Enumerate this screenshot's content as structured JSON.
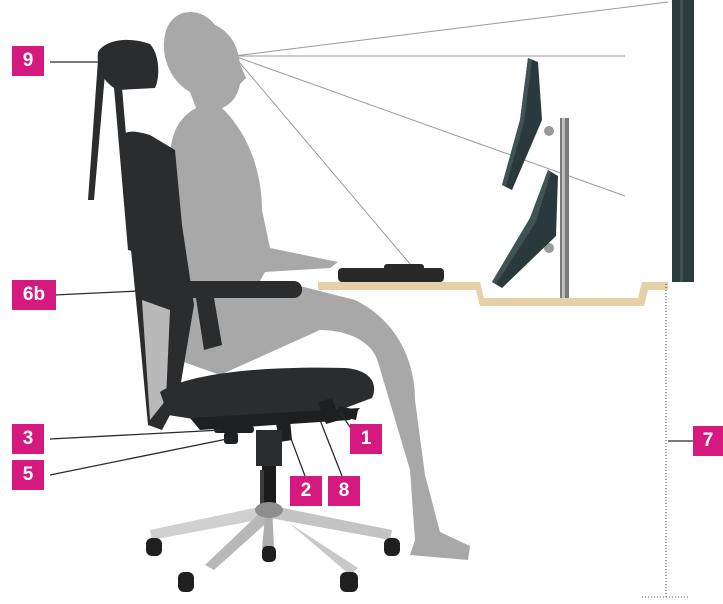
{
  "colors": {
    "callout": "#d6197e",
    "silhouette": "#a8a8a8",
    "chair": "#2b2c2e",
    "desk": "#e6d0a8",
    "monitor": "#2a3a3c",
    "sightline": "#9a9a9a"
  },
  "callouts": {
    "c9": "9",
    "c6b": "6b",
    "c3": "3",
    "c5": "5",
    "c1": "1",
    "c2": "2",
    "c8": "8",
    "c7": "7"
  }
}
